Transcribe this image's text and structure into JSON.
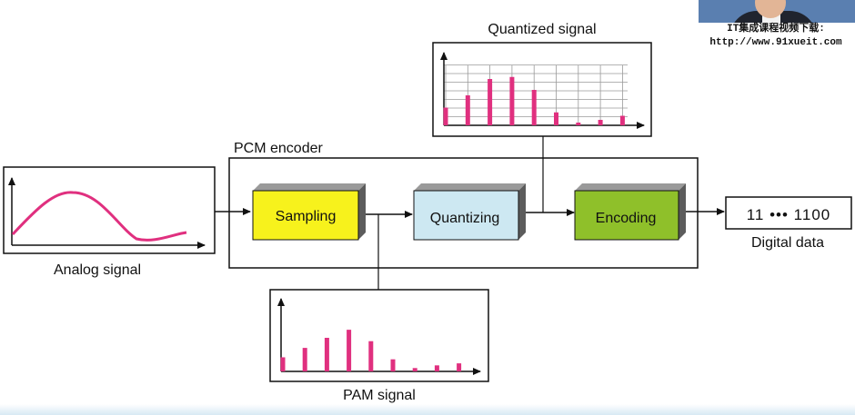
{
  "diagram": {
    "analog_label": "Analog signal",
    "pcm_encoder_label": "PCM encoder",
    "sampling_label": "Sampling",
    "quantizing_label": "Quantizing",
    "encoding_label": "Encoding",
    "digital_value": "11 ••• 1100",
    "digital_label": "Digital data",
    "quantized_label": "Quantized signal",
    "pam_label": "PAM signal",
    "pam_values": [
      0.21,
      0.35,
      0.5,
      0.62,
      0.45,
      0.18,
      0.05,
      0.09,
      0.12
    ],
    "quantized_values": [
      0.26,
      0.44,
      0.68,
      0.71,
      0.52,
      0.19,
      0.04,
      0.08,
      0.14
    ],
    "colors": {
      "sampling_fill": "#f7f21c",
      "quantizing_fill": "#cde8f2",
      "encoding_fill": "#8fc02a",
      "signal": "#e0307f",
      "grid": "#9a9a9a"
    }
  },
  "watermark": {
    "line1": "IT集成课程视频下载:",
    "line2": "http://www.91xueit.com"
  }
}
